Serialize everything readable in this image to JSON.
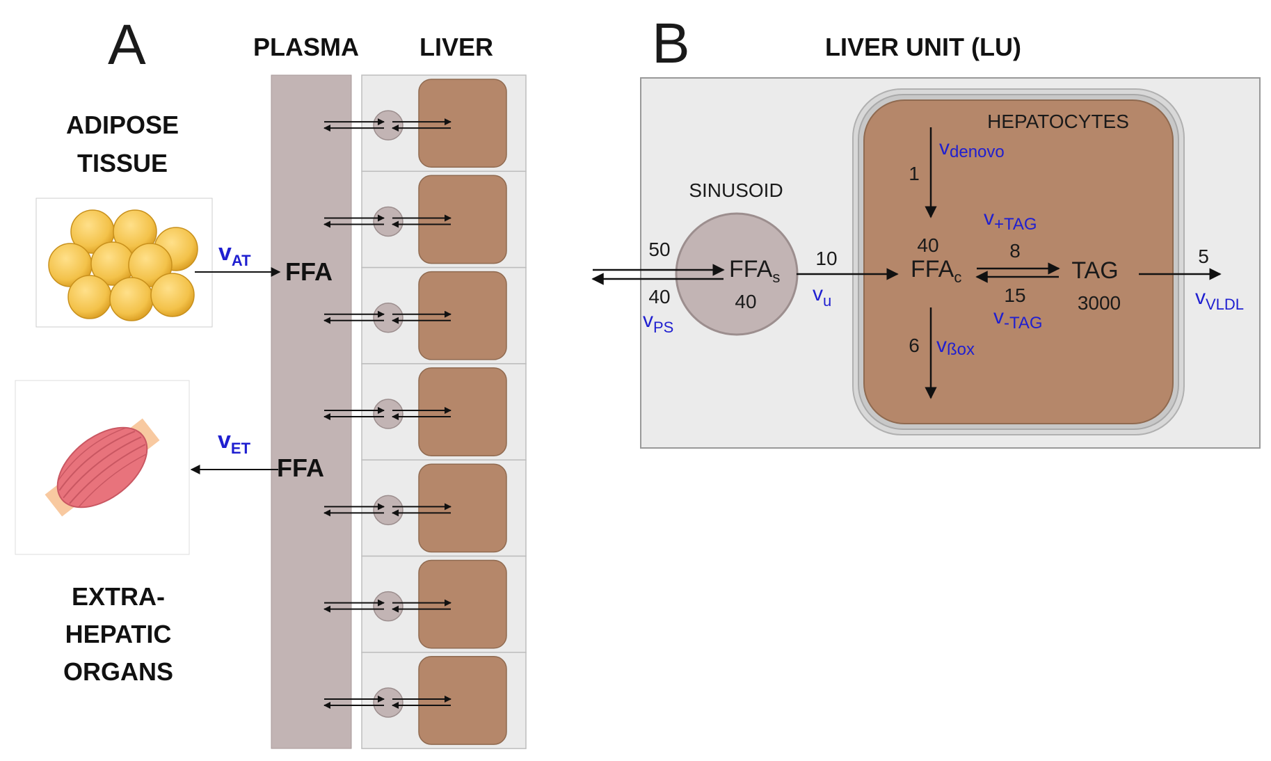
{
  "panel_a": {
    "letter": "A",
    "plasma_label": "PLASMA",
    "liver_label": "LIVER",
    "adipose_label_line1": "ADIPOSE",
    "adipose_label_line2": "TISSUE",
    "extrahepatic_line1": "EXTRA-",
    "extrahepatic_line2": "HEPATIC",
    "extrahepatic_line3": "ORGANS",
    "ffa_in": "FFA",
    "ffa_out": "FFA",
    "v_at": {
      "main": "v",
      "sub": "AT"
    },
    "v_et": {
      "main": "v",
      "sub": "ET"
    }
  },
  "panel_b": {
    "letter": "B",
    "title": "LIVER UNIT (LU)",
    "sinusoid_label": "SINUSOID",
    "hepatocytes_label": "HEPATOCYTES",
    "ffa_s": {
      "main": "FFA",
      "sub": "s",
      "value": "40"
    },
    "ffa_c": {
      "main": "FFA",
      "sub": "c",
      "value": "40"
    },
    "tag": {
      "main": "TAG",
      "value": "3000"
    },
    "flux_in_value": "50",
    "flux_out_value": "40",
    "v_ps": {
      "main": "v",
      "sub": "PS"
    },
    "v_u": {
      "main": "v",
      "sub": "u",
      "value": "10"
    },
    "v_denovo": {
      "main": "v",
      "sub": "denovo",
      "value": "1"
    },
    "v_plus_tag": {
      "main": "v",
      "sub": "+TAG",
      "value": "8"
    },
    "v_minus_tag": {
      "main": "v",
      "sub": "-TAG",
      "value": "15"
    },
    "v_box": {
      "main": "v",
      "sub": "ßox",
      "value": "6"
    },
    "v_vldl": {
      "main": "v",
      "sub": "VLDL",
      "value": "5"
    }
  },
  "colors": {
    "plasma": "#c2b4b4",
    "liver_cell": "#b5876a",
    "panel_bg": "#ebebeb",
    "rate_label": "#1f1fd0",
    "fat_droplet": "#f3c24a",
    "muscle": "#e8737c"
  }
}
